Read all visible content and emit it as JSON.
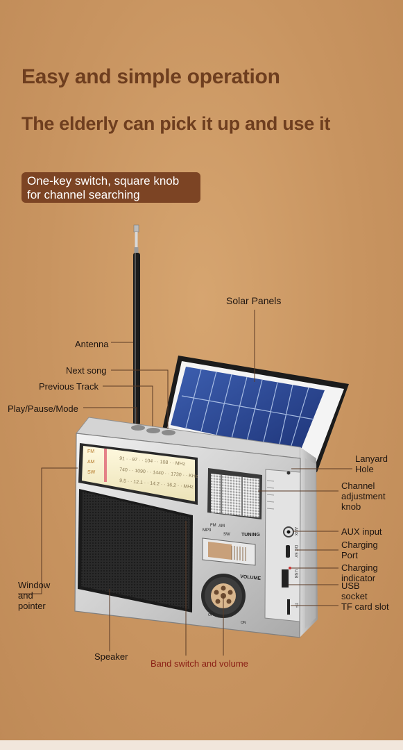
{
  "headline": "Easy and simple operation",
  "subheadline": "The elderly can pick it up and use it",
  "badge": {
    "line1": "One-key switch, square knob",
    "line2": "for channel searching"
  },
  "labels": {
    "solar_panels": "Solar Panels",
    "antenna": "Antenna",
    "next_song": "Next song",
    "previous_track": "Previous Track",
    "play_pause_mode": "Play/Pause/Mode",
    "lanyard_hole": [
      "Lanyard",
      "Hole"
    ],
    "channel_knob": [
      "Channel",
      "adjustment",
      "knob"
    ],
    "aux_input": "AUX input",
    "charging_port": [
      "Charging",
      "Port"
    ],
    "charging_indicator": [
      "Charging",
      "indicator"
    ],
    "usb_socket": [
      "USB",
      "socket"
    ],
    "tf_card_slot": "TF card slot",
    "window_pointer": [
      "Window",
      "and",
      "pointer"
    ],
    "speaker": "Speaker",
    "band_switch_volume": "Band switch and volume"
  },
  "dial": {
    "bands": [
      "FM",
      "AM",
      "SW"
    ],
    "fm_scale": "91 · · 97 · · 104 · · 108 · · MHz",
    "am_scale": "740 · · 1090 · · 1440 · · 1730 · · KHz",
    "sw_scale": "9.5 · · 12.1 · · 14.2 · · 16.2 · · MHz"
  },
  "panel": {
    "band_fm": "FM",
    "band_am": "AM",
    "band_mp3": "MP3",
    "band_sw": "SW",
    "tuning": "TUNING",
    "volume": "VOLUME",
    "off": "OFF",
    "on": "ON"
  },
  "side": {
    "aux": "AUX",
    "dc": "DC 5V",
    "usb": "USB",
    "tf": "TF"
  },
  "colors": {
    "background": "#c9965f",
    "headline": "#6e3e1f",
    "badge": "#7c4424",
    "leader_line": "#5a3a25",
    "accent_red": "#8a1e14"
  }
}
